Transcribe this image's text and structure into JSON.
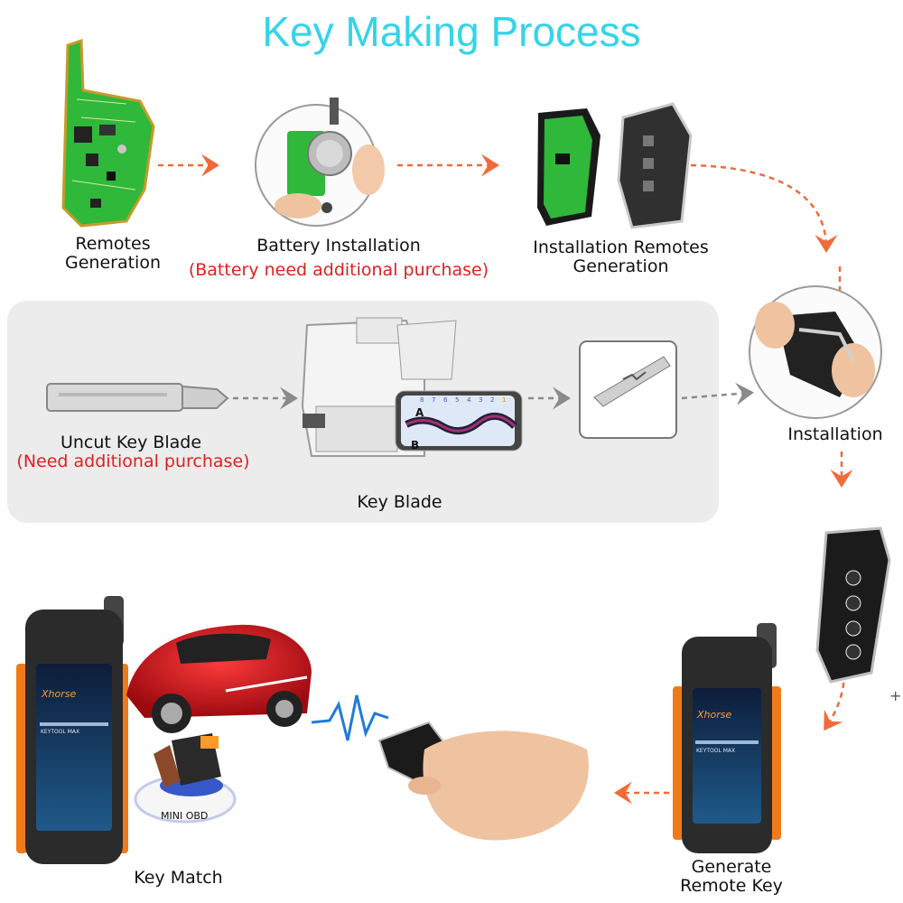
{
  "title": "Key Making Process",
  "steps": {
    "remotes_generation": [
      "Remotes",
      "Generation"
    ],
    "battery_installation": "Battery Installation",
    "battery_note": "(Battery need additional purchase)",
    "installation_remotes": [
      "Installation Remotes",
      "Generation"
    ],
    "installation": "Installation",
    "uncut_blade": "Uncut Key  Blade",
    "uncut_note": "(Need additional purchase)",
    "key_blade": "Key Blade",
    "generate_remote": [
      "Generate",
      "Remote Key"
    ],
    "key_match": "Key  Match"
  },
  "device": {
    "brand": "Xhorse",
    "model": "KEYTOOL MAX"
  },
  "obd_label": "MINI OBD",
  "blade_chart": {
    "top_marks": [
      "8",
      "7",
      "6",
      "5",
      "4",
      "3",
      "2",
      "1"
    ],
    "row_a": "A",
    "row_b": "B"
  },
  "colors": {
    "title": "#35d4e8",
    "arrow": "#f06a3a",
    "note": "#e02020",
    "pcb": "#2fb83a",
    "car": "#d8121c",
    "device_orange": "#f07a1a",
    "panel": "#ececec"
  }
}
